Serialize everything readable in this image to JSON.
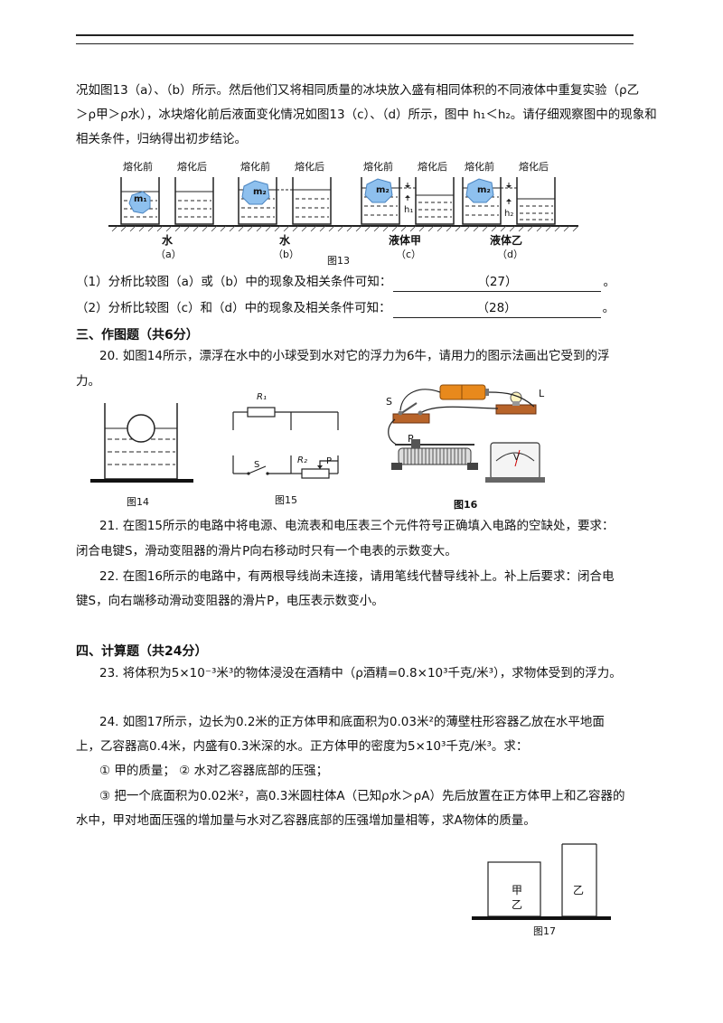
{
  "intro": {
    "line1": "况如图13（a）、（b）所示。然后他们又将相同质量的冰块放入盛有相同体积的不同液体中重复实验（ρ乙",
    "line2": "＞ρ甲＞ρ水），冰块熔化前后液面变化情况如图13（c）、（d）所示，图中 h₁＜h₂。请仔细观察图中的现象和",
    "line3": "相关条件，归纳得出初步结论。"
  },
  "fig13": {
    "before": "熔化前",
    "after": "熔化后",
    "m1": "m₁",
    "m2": "m₂",
    "h1": "h₁",
    "h2": "h₂",
    "liquids": [
      "水",
      "水",
      "液体甲",
      "液体乙"
    ],
    "labels": [
      "（a）",
      "（b）",
      "（c）",
      "（d）"
    ],
    "caption": "图13"
  },
  "q19": {
    "p1_text": "（1）分析比较图（a）或（b）中的现象及相关条件可知：",
    "p1_blank": "（27）",
    "p1_end": "。",
    "p2_text": "（2）分析比较图（c）和（d）中的现象及相关条件可知：",
    "p2_blank": "（28）",
    "p2_end": "。"
  },
  "section3": {
    "title": "三、作图题（共6分）",
    "q20_line1": "20.  如图14所示，漂浮在水中的小球受到水对它的浮力为6牛，请用力的图示法画出它受到的浮",
    "q20_line2": "力。"
  },
  "fig14": {
    "caption": "图14"
  },
  "fig15": {
    "caption": "图15",
    "R1": "R₁",
    "R2": "R₂",
    "S": "S",
    "P": "P"
  },
  "fig16": {
    "caption": "图16",
    "S": "S",
    "L": "L",
    "P": "P",
    "V": "V"
  },
  "q21": {
    "line1": "21.  在图15所示的电路中将电源、电流表和电压表三个元件符号正确填入电路的空缺处，要求：",
    "line2": "闭合电键S，滑动变阻器的滑片P向右移动时只有一个电表的示数变大。"
  },
  "q22": {
    "line1": "22.  在图16所示的电路中，有两根导线尚未连接，请用笔线代替导线补上。补上后要求：闭合电",
    "line2": "键S，向右端移动滑动变阻器的滑片P，电压表示数变小。"
  },
  "section4": {
    "title": "四、计算题（共24分）"
  },
  "q23": {
    "line1": "23.  将体积为5×10⁻³米³的物体浸没在酒精中（ρ酒精=0.8×10³千克/米³），求物体受到的浮力。"
  },
  "q24": {
    "line1": "24.  如图17所示，边长为0.2米的正方体甲和底面积为0.03米²的薄壁柱形容器乙放在水平地面",
    "line2": "上，乙容器高0.4米，内盛有0.3米深的水。正方体甲的密度为5×10³千克/米³。求：",
    "line3": "①  甲的质量；      ②  水对乙容器底部的压强；",
    "line4": "③  把一个底面积为0.02米²，高0.3米圆柱体A（已知ρ水＞ρA）先后放置在正方体甲上和乙容器的",
    "line5": "水中，甲对地面压强的增加量与水对乙容器底部的压强增加量相等，求A物体的质量。"
  },
  "fig17": {
    "jia": "甲",
    "yi_inner": "乙",
    "yi": "乙",
    "caption": "图17"
  }
}
